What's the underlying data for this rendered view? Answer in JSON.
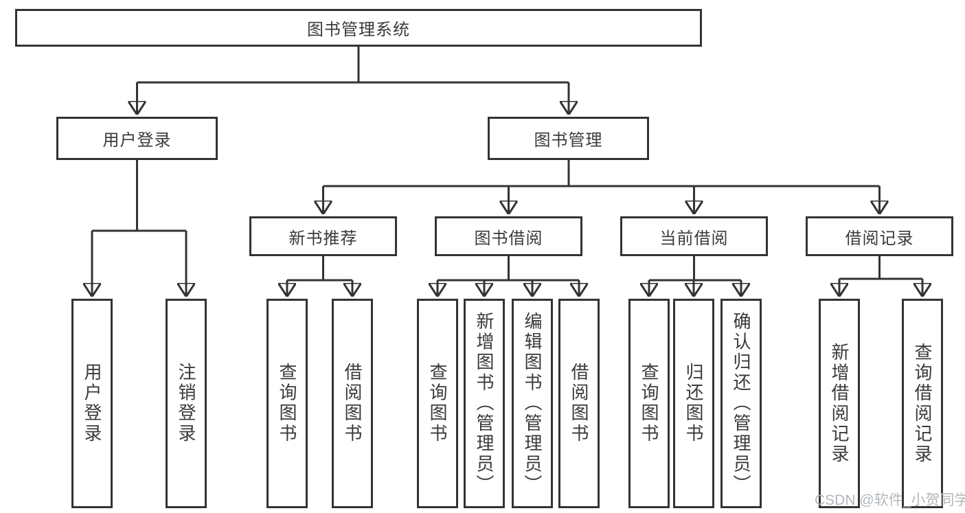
{
  "tree": {
    "label": "图书管理系统",
    "children": [
      {
        "label": "用户登录",
        "children": [
          {
            "label": "用户登录"
          },
          {
            "label": "注销登录"
          }
        ]
      },
      {
        "label": "图书管理",
        "children": [
          {
            "label": "新书推荐",
            "children": [
              {
                "label": "查询图书"
              },
              {
                "label": "借阅图书"
              }
            ]
          },
          {
            "label": "图书借阅",
            "children": [
              {
                "label": "查询图书"
              },
              {
                "label": "新增图书（管理员）"
              },
              {
                "label": "编辑图书（管理员）"
              },
              {
                "label": "借阅图书"
              }
            ]
          },
          {
            "label": "当前借阅",
            "children": [
              {
                "label": "查询图书"
              },
              {
                "label": "归还图书"
              },
              {
                "label": "确认归还（管理员）"
              }
            ]
          },
          {
            "label": "借阅记录",
            "children": [
              {
                "label": "新增借阅记录"
              },
              {
                "label": "查询借阅记录"
              }
            ]
          }
        ]
      }
    ]
  },
  "watermark": {
    "text": "CSDN @软件_小贺同学"
  },
  "colors": {
    "line": "#333333",
    "text": "#3a3a3a",
    "watermark": "#b3b7bb",
    "background": "#ffffff"
  }
}
